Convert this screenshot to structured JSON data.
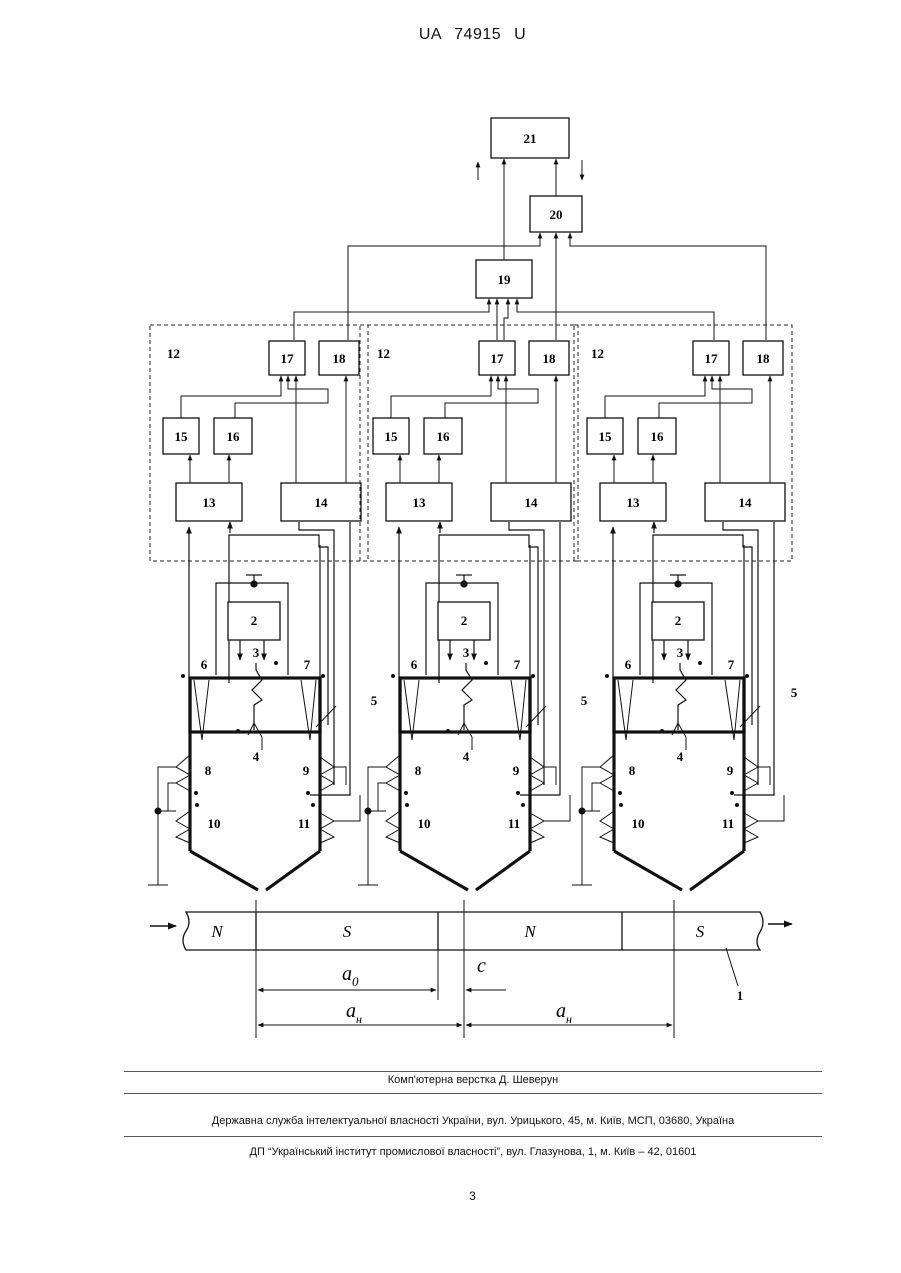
{
  "header": {
    "publication": "UA",
    "number": "74915",
    "kind": "U"
  },
  "figure": {
    "top": {
      "b21": "21",
      "b20": "20",
      "b19": "19"
    },
    "module": {
      "group": "12",
      "b13": "13",
      "b14": "14",
      "b15": "15",
      "b16": "16",
      "b17": "17",
      "b18": "18",
      "b2": "2",
      "n3": "3",
      "n4": "4",
      "n5": "5",
      "n6": "6",
      "n7": "7",
      "n8": "8",
      "n9": "9",
      "n10": "10",
      "n11": "11"
    },
    "belt": {
      "poles": [
        "N",
        "S",
        "N",
        "S"
      ],
      "label": "1",
      "dim_a0": "a",
      "dim_a0_sub": "0",
      "dim_c": "c",
      "dim_an": "a",
      "dim_an_sub": "н"
    }
  },
  "footer": {
    "layout": "Комп'ютерна верстка Д. Шеверун",
    "office": "Державна служба інтелектуальної власності України, вул. Урицького, 45, м. Київ, МСП, 03680, Україна",
    "institute": "ДП “Український інститут промислової власності”, вул. Глазунова, 1, м. Київ – 42, 01601",
    "page": "3"
  }
}
